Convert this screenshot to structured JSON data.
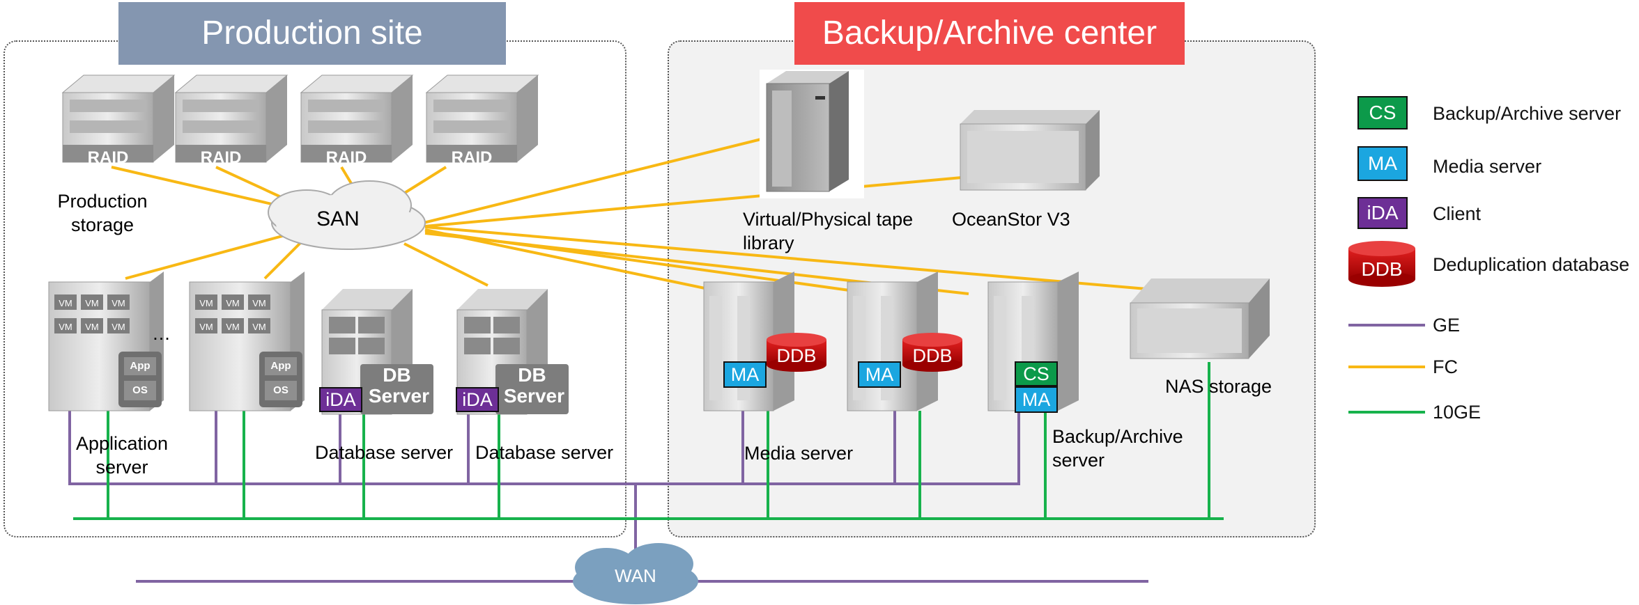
{
  "production": {
    "title": "Production site",
    "raid_label": "RAID",
    "storage_label_1": "Production",
    "storage_label_2": "storage",
    "san_label": "SAN",
    "app_server_label_1": "Application",
    "app_server_label_2": "server",
    "ellipsis": "…",
    "vm_label": "VM",
    "app_label": "App",
    "os_label": "OS",
    "db_label_1": "DB",
    "db_label_2": "Server",
    "db_server_label_a": "Database server",
    "db_server_label_b": "Database server"
  },
  "backup": {
    "title": "Backup/Archive center",
    "tape_label_1": "Virtual/Physical tape",
    "tape_label_2": "library",
    "oceanstor_label": "OceanStor V3",
    "nas_label": "NAS storage",
    "media_server_label": "Media server",
    "backup_server_label_1": "Backup/Archive",
    "backup_server_label_2": "server"
  },
  "tags": {
    "cs": "CS",
    "ma": "MA",
    "ida": "iDA",
    "ddb": "DDB"
  },
  "wan_label": "WAN",
  "legend": {
    "items": [
      {
        "tag": "CS",
        "label": "Backup/Archive server",
        "color": "#0c9a4a"
      },
      {
        "tag": "MA",
        "label": "Media server",
        "color": "#1ba6e0"
      },
      {
        "tag": "iDA",
        "label": "Client",
        "color": "#6d2f96"
      },
      {
        "tag": "DDB",
        "label": "Deduplication database",
        "color": "#c00000"
      }
    ],
    "lines": [
      {
        "label": "GE",
        "color": "#8064a2"
      },
      {
        "label": "FC",
        "color": "#f8b814"
      },
      {
        "label": "10GE",
        "color": "#17b24c"
      }
    ]
  },
  "colors": {
    "production_banner": "#8496b0",
    "backup_banner": "#f04b4b",
    "fc": "#f8b814",
    "ge": "#8064a2",
    "tenge": "#17b24c",
    "cloud": "#7ba0bf"
  }
}
